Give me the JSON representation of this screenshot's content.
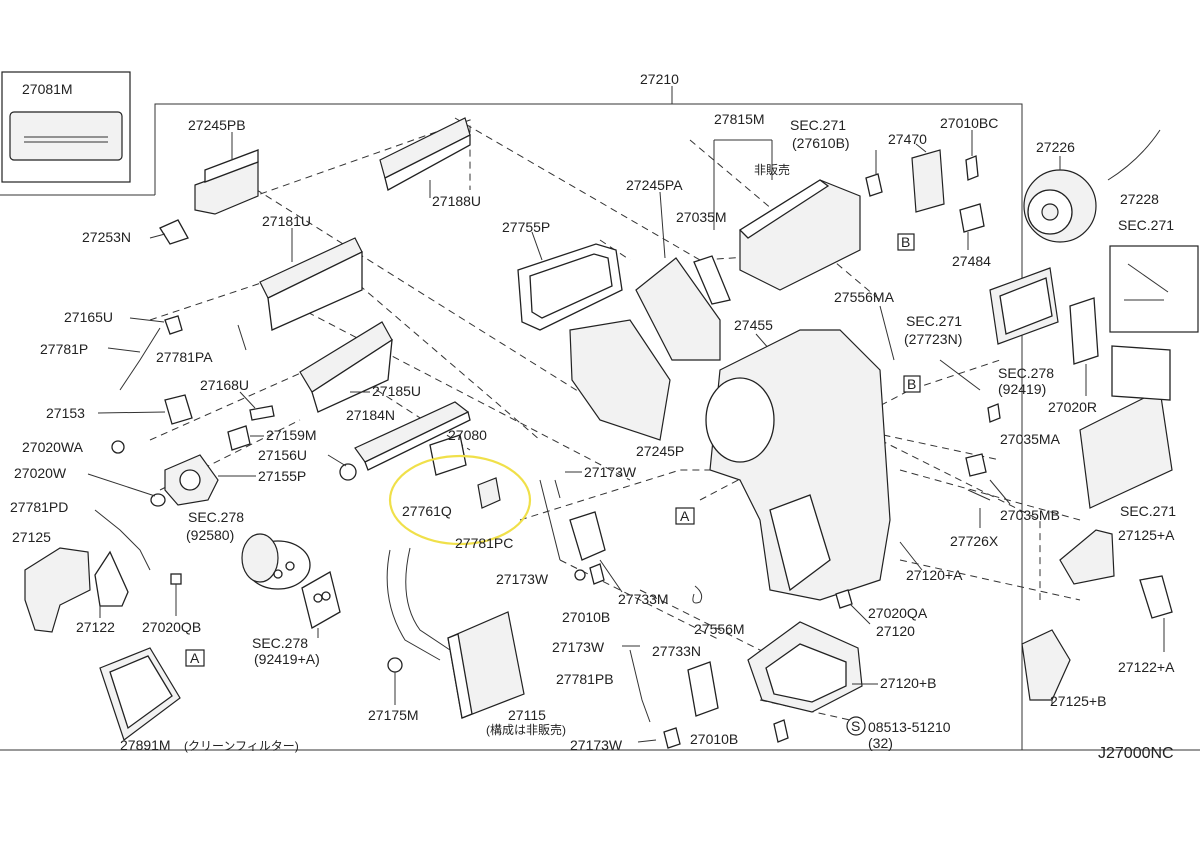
{
  "diagram": {
    "footer_code": "J27000NC",
    "highlight_color": "#f0e04a",
    "labels": {
      "p27081M": "27081M",
      "p27210": "27210",
      "p27245PB": "27245PB",
      "p27188U": "27188U",
      "p27253N": "27253N",
      "p27181U": "27181U",
      "p27165U": "27165U",
      "p27781P": "27781P",
      "p27781PA": "27781PA",
      "p27168U": "27168U",
      "p27185U": "27185U",
      "p27153": "27153",
      "p27184N": "27184N",
      "p27080": "27080",
      "p27159M": "27159M",
      "p27020WA": "27020WA",
      "p27156U": "27156U",
      "p27155P": "27155P",
      "p27020W": "27020W",
      "p27761Q": "27761Q",
      "p27781PD": "27781PD",
      "p27125": "27125",
      "sec278a": "SEC.278",
      "sec278a_sub": "(92580)",
      "p27122": "27122",
      "p27020QB": "27020QB",
      "sec278b": "SEC.278",
      "sec278b_sub": "(92419+A)",
      "p27891M": "27891M",
      "p27891M_note": "(クリーンフィルター)",
      "p27175M": "27175M",
      "p27115": "27115",
      "p27115_note": "(構成は非販売)",
      "p27781PC": "27781PC",
      "p27173W_a": "27173W",
      "p27173W_b": "27173W",
      "p27173W_c": "27173W",
      "p27173W_d": "27173W",
      "p27010B_a": "27010B",
      "p27010B_b": "27010B",
      "p27733M": "27733M",
      "p27733N": "27733N",
      "p27781PB": "27781PB",
      "p27556M": "27556M",
      "p27755P": "27755P",
      "p27245PA": "27245PA",
      "p27815M": "27815M",
      "p27815M_note": "非販売",
      "p27035M": "27035M",
      "sec271a": "SEC.271",
      "sec271a_sub": "(27610B)",
      "p27470": "27470",
      "p27010BC": "27010BC",
      "p27226": "27226",
      "p27228": "27228",
      "sec271b": "SEC.271",
      "p27484": "27484",
      "p27556MA": "27556MA",
      "p27455": "27455",
      "sec271c": "SEC.271",
      "sec271c_sub": "(27723N)",
      "sec278c": "SEC.278",
      "sec278c_sub": "(92419)",
      "p27020R": "27020R",
      "p27245P": "27245P",
      "p27035MA": "27035MA",
      "p27035MB": "27035MB",
      "p27726X": "27726X",
      "sec271d": "SEC.271",
      "p27125A": "27125+A",
      "p27120A": "27120+A",
      "p27020QA": "27020QA",
      "p27120": "27120",
      "p27120B": "27120+B",
      "bolt_code": "08513-51210",
      "bolt_qty": "(32)",
      "p27122A": "27122+A",
      "p27125B": "27125+B",
      "marker_a1": "A",
      "marker_a2": "A",
      "marker_b1": "B",
      "marker_b2": "B",
      "marker_s": "S"
    }
  }
}
